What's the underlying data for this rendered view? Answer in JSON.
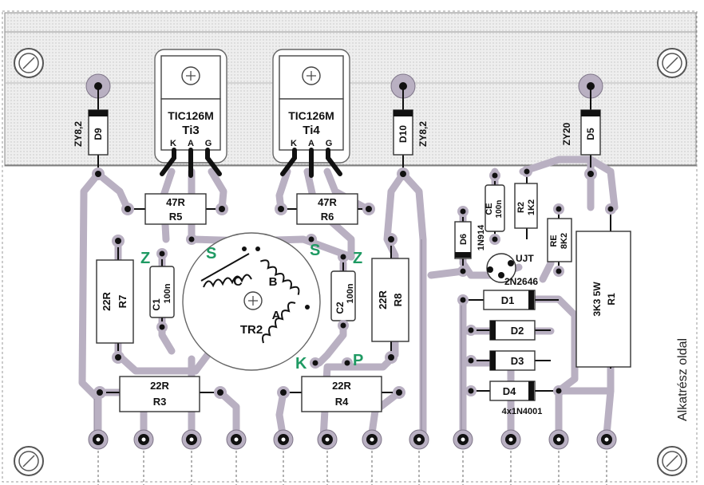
{
  "heatsink": {
    "transistors": [
      {
        "part": "TIC126M",
        "name": "Ti3",
        "pins": [
          "K",
          "A",
          "G"
        ]
      },
      {
        "part": "TIC126M",
        "name": "Ti4",
        "pins": [
          "K",
          "A",
          "G"
        ]
      }
    ]
  },
  "zeners": [
    {
      "name": "D9",
      "value": "ZY8,2"
    },
    {
      "name": "D10",
      "value": "ZY8,2"
    },
    {
      "name": "D5",
      "value": "ZY20"
    }
  ],
  "resistors": [
    {
      "name": "R5",
      "value": "47R"
    },
    {
      "name": "R6",
      "value": "47R"
    },
    {
      "name": "R7",
      "value": "22R"
    },
    {
      "name": "R8",
      "value": "22R"
    },
    {
      "name": "R3",
      "value": "22R"
    },
    {
      "name": "R4",
      "value": "22R"
    },
    {
      "name": "R1",
      "value": "3K3 5W"
    },
    {
      "name": "R2",
      "value": "1K2"
    },
    {
      "name": "RE",
      "value": "8K2"
    }
  ],
  "capacitors": [
    {
      "name": "C1",
      "value": "100n"
    },
    {
      "name": "C2",
      "value": "100n"
    },
    {
      "name": "CE",
      "value": "100n"
    }
  ],
  "diode_d6": {
    "name": "D6",
    "value": "1N914"
  },
  "ujt": {
    "name": "UJT",
    "part": "2N2646"
  },
  "rectifier": {
    "names": [
      "D1",
      "D2",
      "D3",
      "D4"
    ],
    "note": "4x1N4001"
  },
  "transformer": {
    "name": "TR2",
    "windings": [
      "A",
      "B",
      "C"
    ],
    "terminals": {
      "z_left": "Z",
      "s_left": "S",
      "s_right": "S",
      "z_right": "Z",
      "k": "K",
      "p": "P"
    }
  },
  "side_label": "Alkatrész oldal",
  "colors": {
    "copper": "#b9b0c2",
    "copper_dark": "#7d7487",
    "pad_black": "#111111",
    "ink_green": "#1f9a63",
    "heatsink": "#e7e7e7"
  }
}
